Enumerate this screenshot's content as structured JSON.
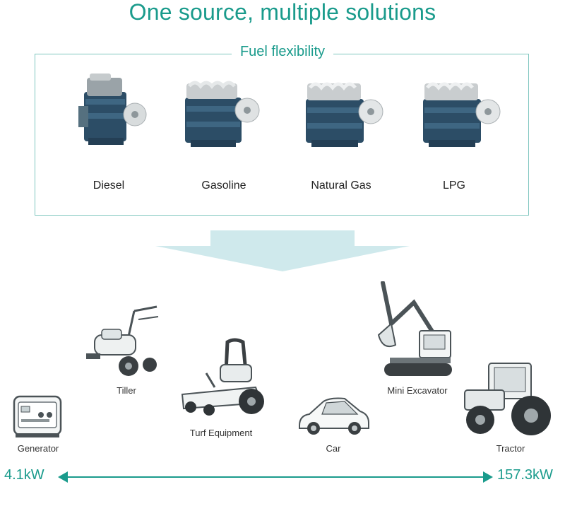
{
  "title": "One source, multiple solutions",
  "fuel": {
    "heading": "Fuel flexibility",
    "items": [
      {
        "label": "Diesel",
        "icon": "diesel-engine-icon"
      },
      {
        "label": "Gasoline",
        "icon": "gasoline-engine-icon"
      },
      {
        "label": "Natural Gas",
        "icon": "natural-gas-engine-icon"
      },
      {
        "label": "LPG",
        "icon": "lpg-engine-icon"
      }
    ]
  },
  "applications": [
    {
      "label": "Generator",
      "icon": "generator-icon"
    },
    {
      "label": "Tiller",
      "icon": "tiller-icon"
    },
    {
      "label": "Turf Equipment",
      "icon": "turf-mower-icon"
    },
    {
      "label": "Car",
      "icon": "car-icon"
    },
    {
      "label": "Mini Excavator",
      "icon": "excavator-icon"
    },
    {
      "label": "Tractor",
      "icon": "tractor-icon"
    }
  ],
  "range": {
    "min": "4.1kW",
    "max": "157.3kW"
  },
  "colors": {
    "accent": "#1a9b8c",
    "arrow_fill": "#cfe9ec",
    "engine_blue": "#2c4d66"
  }
}
